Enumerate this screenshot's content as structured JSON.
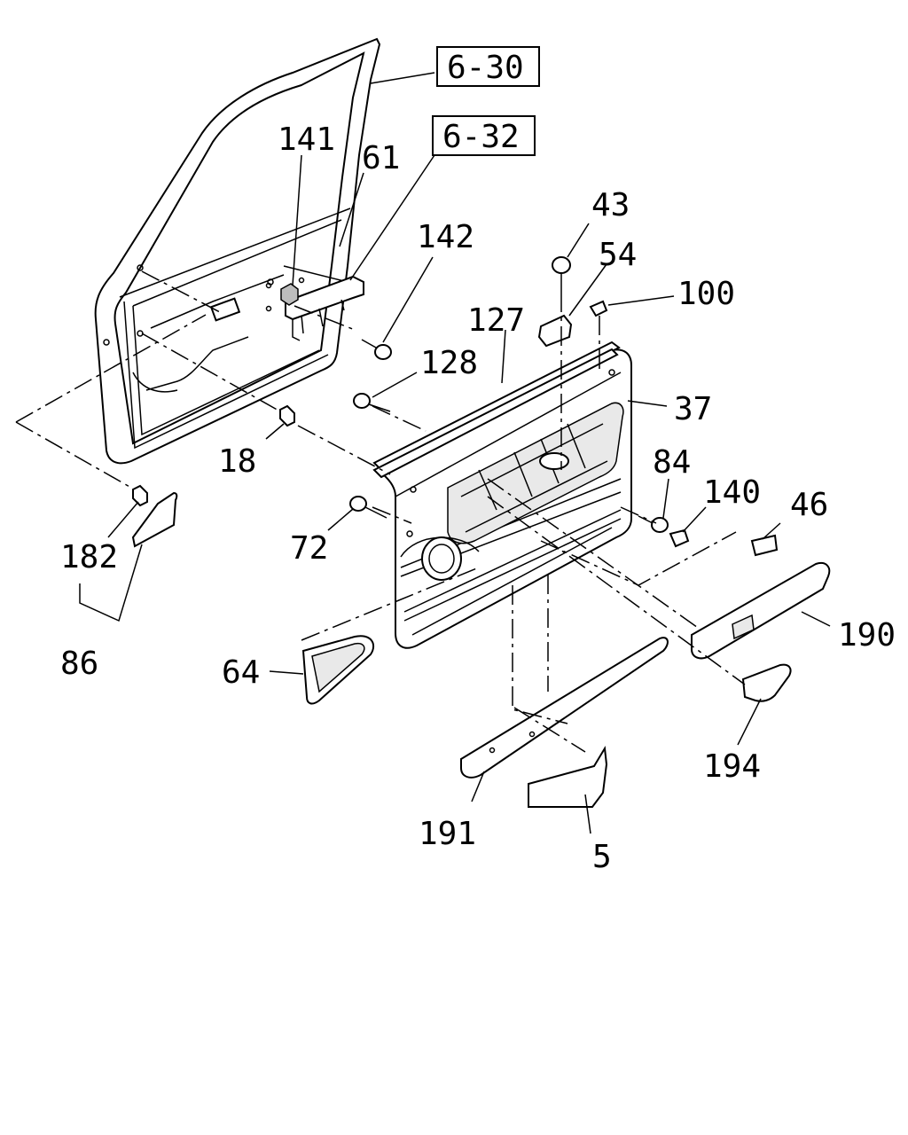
{
  "references": [
    {
      "id": "ref-6-30",
      "text": "6-30"
    },
    {
      "id": "ref-6-32",
      "text": "6-32"
    }
  ],
  "callouts": [
    {
      "id": "141",
      "text": "141"
    },
    {
      "id": "61",
      "text": "61"
    },
    {
      "id": "142",
      "text": "142"
    },
    {
      "id": "43",
      "text": "43"
    },
    {
      "id": "54",
      "text": "54"
    },
    {
      "id": "100",
      "text": "100"
    },
    {
      "id": "127",
      "text": "127"
    },
    {
      "id": "128",
      "text": "128"
    },
    {
      "id": "37",
      "text": "37"
    },
    {
      "id": "18",
      "text": "18"
    },
    {
      "id": "84",
      "text": "84"
    },
    {
      "id": "140",
      "text": "140"
    },
    {
      "id": "46",
      "text": "46"
    },
    {
      "id": "72",
      "text": "72"
    },
    {
      "id": "182",
      "text": "182"
    },
    {
      "id": "190",
      "text": "190"
    },
    {
      "id": "86",
      "text": "86"
    },
    {
      "id": "64",
      "text": "64"
    },
    {
      "id": "194",
      "text": "194"
    },
    {
      "id": "191",
      "text": "191"
    },
    {
      "id": "5",
      "text": "5"
    }
  ]
}
